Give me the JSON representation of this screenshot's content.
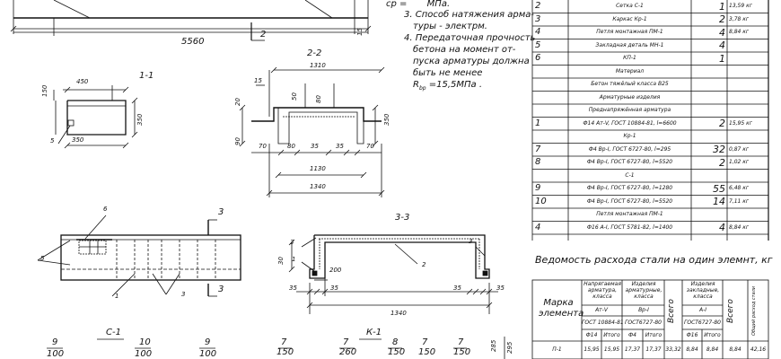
{
  "notes": {
    "line0": "МПа.",
    "line0_prefix": "ср =",
    "line1": "3. Способ натяжения арма-",
    "line2": "туры - электрм.",
    "line3": "4. Передаточная прочность",
    "line4": "бетона на момент от-",
    "line5": "пуска арматуры должна",
    "line6": "быть не менее",
    "line7": "R",
    "line7_sub": "bp",
    "line7_rest": " =15,5МПа ."
  },
  "plan": {
    "length": "5560",
    "cut_mark": "2",
    "dim15": "15"
  },
  "sec11": {
    "title": "1-1",
    "d450": "450",
    "d150": "150",
    "d350v": "350",
    "d350": "350",
    "pos5": "5"
  },
  "sec22": {
    "title": "2-2",
    "d1310": "1310",
    "d15": "15",
    "d50": "50",
    "d20": "20",
    "d90": "90",
    "d350": "350",
    "d70a": "70",
    "d80": "80",
    "d35a": "35",
    "d35b": "35",
    "d70b": "70",
    "d1130": "1130",
    "d1340": "1340"
  },
  "elev": {
    "cut": "3",
    "cut2": "3",
    "p6": "6",
    "p5": "5",
    "p1": "1",
    "p3": "3"
  },
  "sec33": {
    "title": "3-3",
    "p3a": "3",
    "p1": "1",
    "p3b": "3",
    "p2": "2",
    "d30": "30",
    "d200": "200",
    "d35a": "35",
    "d35b": "35",
    "d35c": "35",
    "d35d": "35",
    "d1340": "1340"
  },
  "bottom": {
    "c1_title": "С-1",
    "k1_title": "К-1",
    "a_num": "9",
    "a_den": "100",
    "b_num": "10",
    "b_den": "100",
    "c_num": "9",
    "c_den": "100",
    "d_num": "7",
    "d_den": "150",
    "e_num": "7",
    "e_den": "260",
    "f_num": "8",
    "f_den": "150",
    "g_num": "7",
    "g_den": "150",
    "h_num": "7",
    "h_den": "150",
    "i1": "285",
    "i2": "295"
  },
  "spec_rows": [
    {
      "pos": "2",
      "name": "Сетка С-1",
      "qty": "1",
      "mass": "13,59 кг"
    },
    {
      "pos": "3",
      "name": "Каркас Кр-1",
      "qty": "2",
      "mass": "3,78 кг"
    },
    {
      "pos": "4",
      "name": "Петля монтажная ПМ-1",
      "qty": "4",
      "mass": "8,84 кг"
    },
    {
      "pos": "5",
      "name": "Закладная деталь МН-1",
      "qty": "4",
      "mass": ""
    },
    {
      "pos": "6",
      "name": "КП-1",
      "qty": "1",
      "mass": ""
    },
    {
      "pos": "",
      "name": "Материал",
      "qty": "",
      "mass": ""
    },
    {
      "pos": "",
      "name": "Бетон тяжёлый класса В25",
      "qty": "",
      "mass": ""
    },
    {
      "pos": "",
      "name": "Арматурные изделия",
      "qty": "",
      "mass": ""
    },
    {
      "pos": "",
      "name": "Преднапряжённая арматура",
      "qty": "",
      "mass": ""
    },
    {
      "pos": "1",
      "name": "Ф14 Ат-V, ГОСТ 10884-81, l=6600",
      "qty": "2",
      "mass": "15,95 кг"
    },
    {
      "pos": "",
      "name": "Кр-1",
      "qty": "",
      "mass": ""
    },
    {
      "pos": "7",
      "name": "Ф4 Вр-I, ГОСТ 6727-80, l=295",
      "qty": "32",
      "mass": "0,87 кг"
    },
    {
      "pos": "8",
      "name": "Ф4 Вр-I, ГОСТ 6727-80, l=5520",
      "qty": "2",
      "mass": "1,02 кг"
    },
    {
      "pos": "",
      "name": "С-1",
      "qty": "",
      "mass": ""
    },
    {
      "pos": "9",
      "name": "Ф4 Вр-I, ГОСТ 6727-80, l=1280",
      "qty": "55",
      "mass": "6,48 кг"
    },
    {
      "pos": "10",
      "name": "Ф4 Вр-I, ГОСТ 6727-80, l=5520",
      "qty": "14",
      "mass": "7,11 кг"
    },
    {
      "pos": "",
      "name": "Петля монтажная ПМ-1",
      "qty": "",
      "mass": ""
    },
    {
      "pos": "4",
      "name": "Ф16 А-I, ГОСТ 5781-82, l=1400",
      "qty": "4",
      "mass": "8,84 кг"
    }
  ],
  "steel": {
    "title": "Ведомость расхода стали на один элемнт, кг",
    "mark_label": "Марка элемента",
    "group1": "Напрягаемая арматура, класса",
    "group2": "Изделия арматурные, класса",
    "group3": "Изделия закладные, класса",
    "total_label": "Всего",
    "total_label2": "Всего",
    "overall_label": "Общий расход стали",
    "class1": "Ат-V",
    "class2": "Вр-I",
    "class3": "А-I",
    "gost1": "ГОСТ 10884-81",
    "gost2": "ГОСТ6727-80",
    "gost3": "ГОСТ6727-80",
    "sub1a": "Ф14",
    "sub1b": "Итого",
    "sub2a": "Ф4",
    "sub2b": "Итого",
    "sub3a": "Ф16",
    "sub3b": "Итого",
    "row": {
      "mark": "П-1",
      "v1": "15,95",
      "v2": "15,95",
      "v3": "17,37",
      "v4": "17,37",
      "v5": "33,32",
      "v6": "8,84",
      "v7": "8,84",
      "v8": "8,84",
      "v9": "42,16"
    }
  }
}
